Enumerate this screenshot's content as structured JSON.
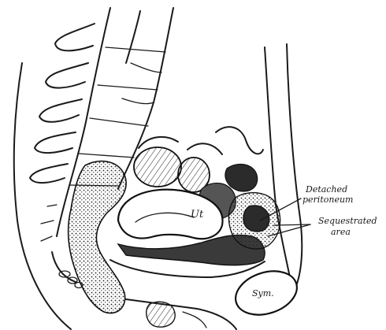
{
  "labels": {
    "uterus": "Ut",
    "peritoneum_line1": "Detached",
    "peritoneum_line2": "peritoneum",
    "sequestrated_line1": "Sequestrated",
    "sequestrated_line2": "area",
    "symphysis": "Sym."
  }
}
